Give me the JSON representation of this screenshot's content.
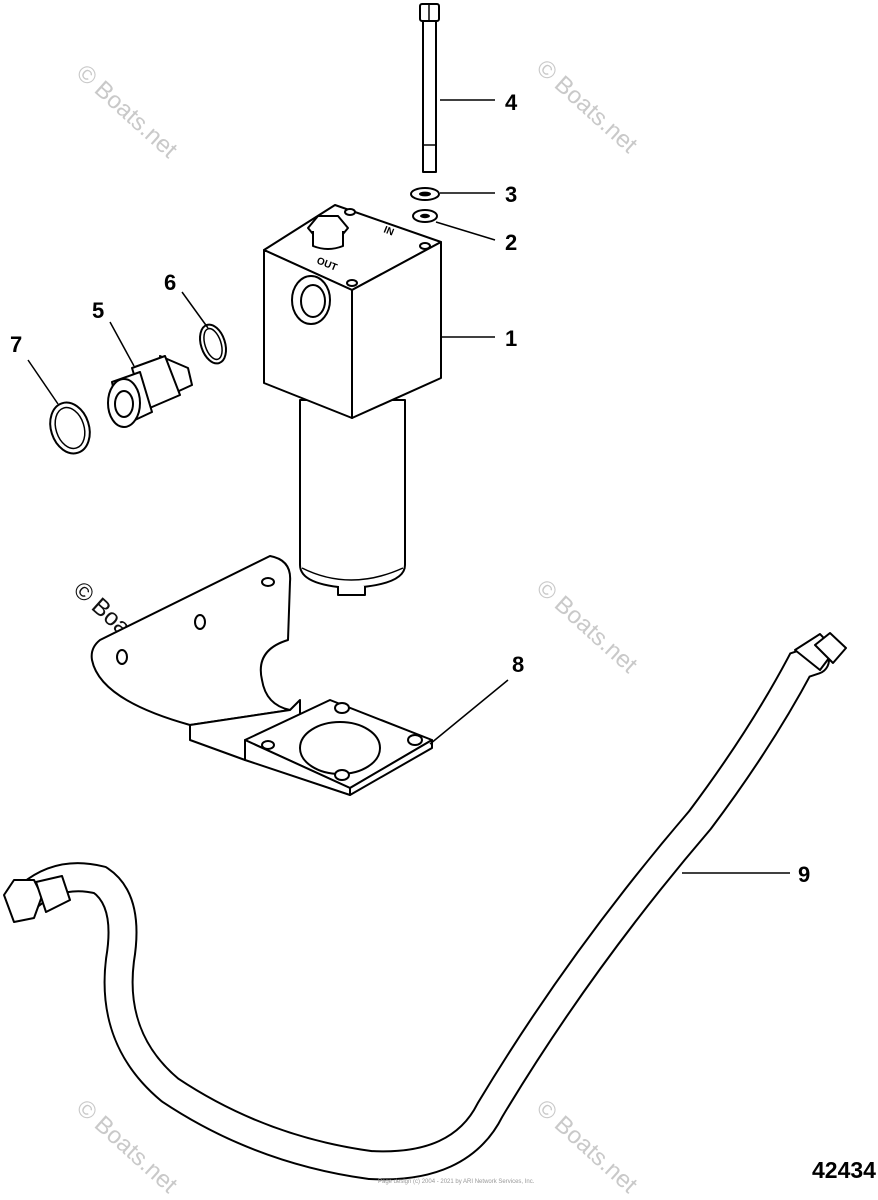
{
  "diagram": {
    "callouts": [
      {
        "id": "callout-1",
        "label": "1"
      },
      {
        "id": "callout-2",
        "label": "2"
      },
      {
        "id": "callout-3",
        "label": "3"
      },
      {
        "id": "callout-4",
        "label": "4"
      },
      {
        "id": "callout-5",
        "label": "5"
      },
      {
        "id": "callout-6",
        "label": "6"
      },
      {
        "id": "callout-7",
        "label": "7"
      },
      {
        "id": "callout-8",
        "label": "8"
      },
      {
        "id": "callout-9",
        "label": "9"
      }
    ],
    "diagram_number": "42434",
    "port_labels": {
      "out": "OUT",
      "in": "IN"
    },
    "watermark": "© Boats.net",
    "footer": "Page design (c) 2004 - 2021 by ARI Network Services, Inc."
  }
}
